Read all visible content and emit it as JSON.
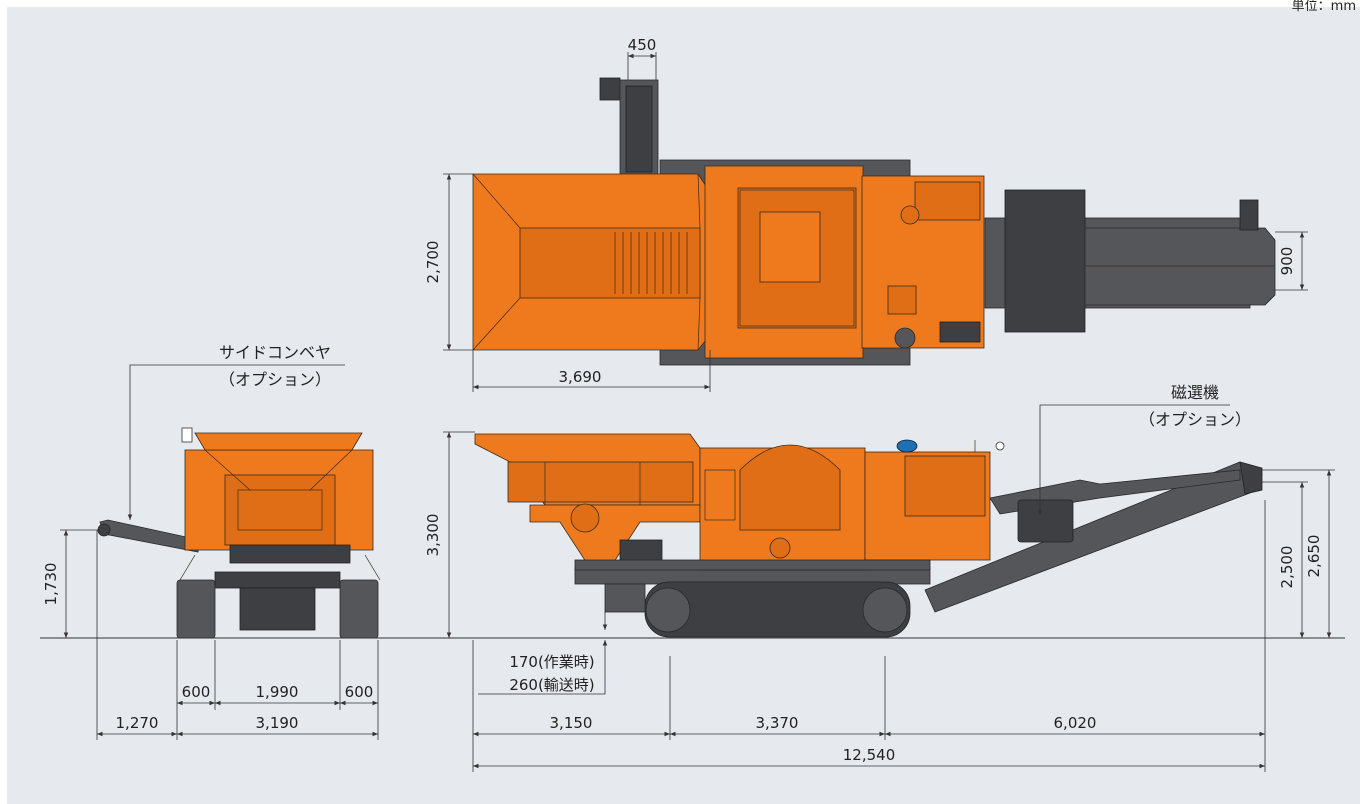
{
  "unit_label": "単位：mm",
  "labels": {
    "side_conveyor_line1": "サイドコンベヤ",
    "side_conveyor_line2": "（オプション）",
    "magnet_line1": "磁選機",
    "magnet_line2": "（オプション）"
  },
  "dimensions": {
    "top_450": "450",
    "top_2700": "2,700",
    "top_900": "900",
    "top_3690": "3,690",
    "front_1730": "1,730",
    "front_600_left": "600",
    "front_1990": "1,990",
    "front_600_right": "600",
    "front_1270": "1,270",
    "front_3190": "3,190",
    "side_3300": "3,300",
    "side_170": "170(作業時)",
    "side_260": "260(輸送時)",
    "side_3150": "3,150",
    "side_3370": "3,370",
    "side_6020": "6,020",
    "side_12540": "12,540",
    "side_2500": "2,500",
    "side_2650": "2,650"
  },
  "colors": {
    "background": "#e6e9ee",
    "machine_orange": "#ef7a1d",
    "machine_grey": "#55565a"
  }
}
